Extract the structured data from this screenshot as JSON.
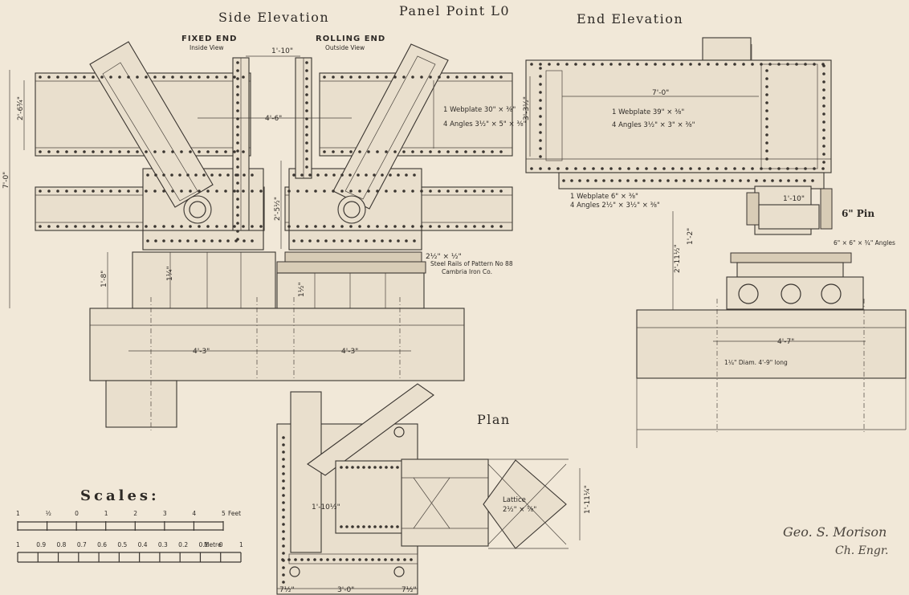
{
  "titles": {
    "side_elevation": "Side Elevation",
    "panel_point": "Panel Point L0",
    "end_elevation": "End Elevation",
    "plan": "Plan",
    "scales": "Scales:"
  },
  "labels": {
    "fixed_end": "FIXED END",
    "fixed_end_sub": "Inside View",
    "rolling_end": "ROLLING END",
    "rolling_end_sub": "Outside View",
    "pin": "6\" Pin",
    "lattice": "Lattice",
    "lattice_size": "2½\" × ⅝\"",
    "steel_rails": "Steel Rails of Pattern No 88",
    "cambria": "Cambria Iron Co.",
    "diam": "1¼\" Diam. 4'-9\" long",
    "angles_6x6": "6\" × 6\" × ¾\" Angles"
  },
  "notes": {
    "webplate_30_a": "1 Webplate 30\" × ⅜\"",
    "webplate_30_b": "4 Angles 3½\" × 5\" × ⅜\"",
    "webplate_39_a": "1 Webplate 39\" × ⅜\"",
    "webplate_39_b": "4 Angles 3½\" × 3\" × ⅜\"",
    "webplate_6_a": "1 Webplate 6\" × ⅜\"",
    "webplate_6_b": "4 Angles 2½\" × 3½\" × ⅜\""
  },
  "dims": {
    "d_1_10": "1'-10\"",
    "d_4_6": "4'-6\"",
    "d_7_0_v": "7'-0\"",
    "d_2_6": "2'-6¾\"",
    "d_2_5": "2'-5½\"",
    "d_1_8": "1'-8\"",
    "d_4_3_a": "4'-3\"",
    "d_4_3_b": "4'-3\"",
    "d_7_0_h": "7'-0\"",
    "d_3_3": "3'-3½\"",
    "d_1_10_b": "1'-10\"",
    "d_2_11": "2'-11½\"",
    "d_1_2": "1'-2\"",
    "d_4_7": "4'-7\"",
    "d_1_10_plan": "1'-10½\"",
    "d_1_11": "1'-11¼\"",
    "d_3_0": "3'-0\"",
    "d_7_a": "7½\"",
    "d_7_b": "7½\"",
    "d_2_2": "2½\" × ½\"",
    "d_1_4": "1¼\"",
    "d_1_3": "1½\""
  },
  "scale": {
    "feet_label": "Feet",
    "metre_label": "Metre",
    "feet_ticks": [
      "1",
      "½",
      "0",
      "1",
      "2",
      "3",
      "4",
      "5"
    ],
    "metre_ticks": [
      "1",
      "0.9",
      "0.8",
      "0.7",
      "0.6",
      "0.5",
      "0.4",
      "0.3",
      "0.2",
      "0.1",
      "0",
      "1"
    ]
  },
  "signature": {
    "line1": "Geo. S. Morison",
    "line2": "Ch. Engr."
  }
}
